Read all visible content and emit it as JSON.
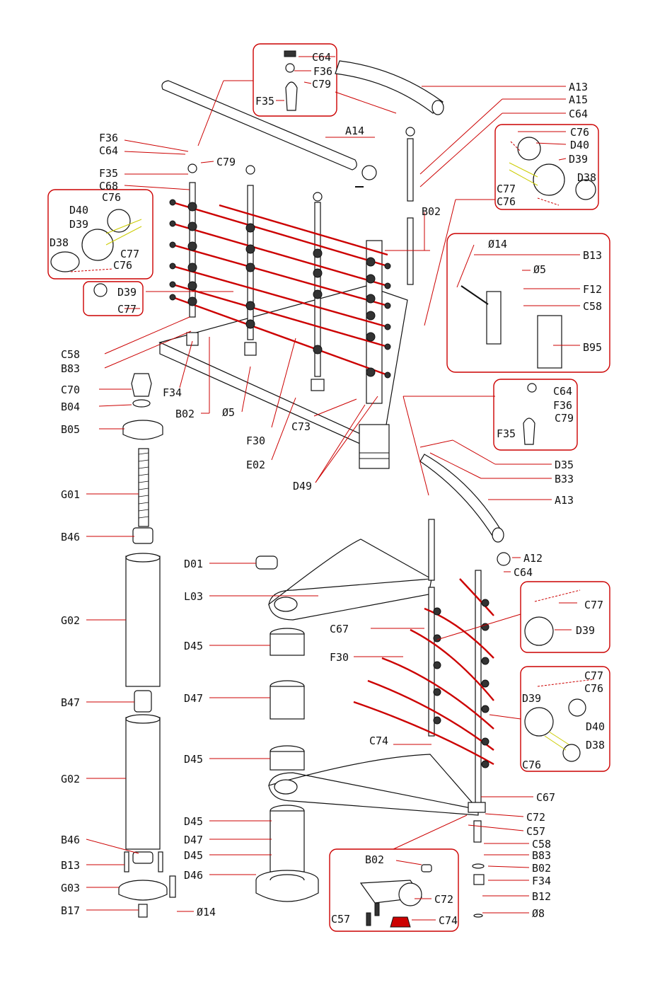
{
  "labels": {
    "C64_a": "C64",
    "F36_a": "F36",
    "C79_a": "C79",
    "F35_a": "F35",
    "A13_a": "A13",
    "A15": "A15",
    "C64_b": "C64",
    "F36_b": "F36",
    "C64_c": "C64",
    "C79_b": "C79",
    "F35_b": "F35",
    "C68": "C68",
    "A14": "A14",
    "C76_a": "C76",
    "D40_a": "D40",
    "D39_a": "D39",
    "D38_a": "D38",
    "C77_a": "C77",
    "C76_b": "C76",
    "C76_c": "C76",
    "D40_b": "D40",
    "D39_b": "D39",
    "D38_b": "D38",
    "C77_b": "C77",
    "C76_d": "C76",
    "D39_c": "D39",
    "C77_c": "C77",
    "B02_a": "B02",
    "O14_a": "Ø14",
    "B13_a": "B13",
    "O5_a": "Ø5",
    "F12": "F12",
    "C58_a": "C58",
    "B95": "B95",
    "C58_b": "C58",
    "B83_a": "B83",
    "F34_a": "F34",
    "C70": "C70",
    "B04": "B04",
    "B02_b": "B02",
    "O5_b": "Ø5",
    "B05": "B05",
    "F30_a": "F30",
    "C73": "C73",
    "E02": "E02",
    "D49": "D49",
    "C64_d": "C64",
    "F36_c": "F36",
    "C79_c": "C79",
    "F35_c": "F35",
    "D35": "D35",
    "B33": "B33",
    "A13_b": "A13",
    "G01": "G01",
    "B46_a": "B46",
    "D01": "D01",
    "A12": "A12",
    "C64_e": "C64",
    "L03": "L03",
    "C67_a": "C67",
    "G02_a": "G02",
    "D45_a": "D45",
    "F30_b": "F30",
    "C77_d": "C77",
    "D39_d": "D39",
    "B47": "B47",
    "D47_a": "D47",
    "C74_a": "C74",
    "C77_e": "C77",
    "C76_e": "C76",
    "D39_e": "D39",
    "D40_c": "D40",
    "D38_c": "D38",
    "C76_f": "C76",
    "D45_b": "D45",
    "G02_b": "G02",
    "C67_b": "C67",
    "C72_a": "C72",
    "C57_a": "C57",
    "D45_c": "D45",
    "D47_b": "D47",
    "D45_d": "D45",
    "C58_c": "C58",
    "B83_b": "B83",
    "B02_c": "B02",
    "B46_b": "B46",
    "B13_b": "B13",
    "G03": "G03",
    "D46": "D46",
    "F34_b": "F34",
    "B12": "B12",
    "B17": "B17",
    "O14_b": "Ø14",
    "O8": "Ø8",
    "B02_d": "B02",
    "C72_b": "C72",
    "C57_b": "C57",
    "C74_b": "C74"
  },
  "colors": {
    "leader": "#cc0000",
    "outline": "#111111",
    "highlight": "#cccc00"
  }
}
